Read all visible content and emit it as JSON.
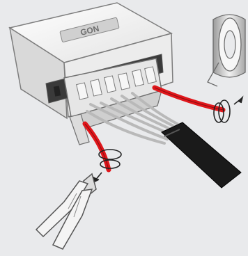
{
  "illustration": {
    "module_brand": "GON",
    "colors": {
      "background": "#e9eaec",
      "device_body": "#f4f4f4",
      "device_outline": "#7d7d7d",
      "connector": "#e6e6e6",
      "wire_red": "#e0161b",
      "cable_black": "#1a1a1a",
      "wire_grey": "#bdbdbd"
    },
    "icons": [
      "electronic-module",
      "wire-connector",
      "red-wire",
      "black-cable-bundle",
      "insulating-tape-roll",
      "pliers",
      "twist-arrow"
    ]
  }
}
